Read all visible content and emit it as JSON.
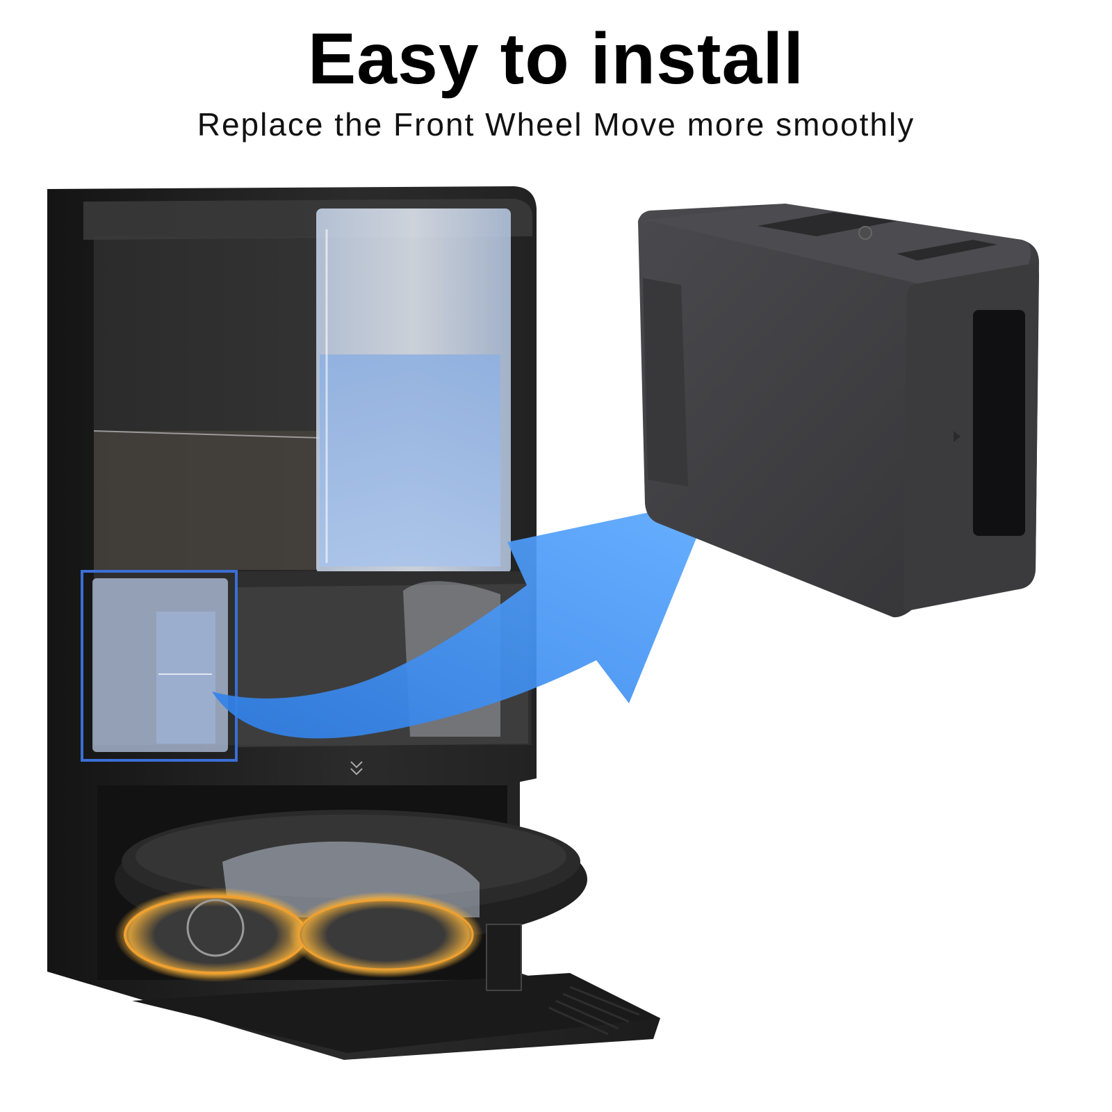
{
  "headline": {
    "title": "Easy to install",
    "subtitle": "Replace the Front Wheel Move more smoothly"
  },
  "illustration": {
    "station": "docking-station",
    "part": "dust-box",
    "robot": "robot-vacuum",
    "arrow": "curved-arrow",
    "colors": {
      "station_body": "#222222",
      "water_tank": "#a9c3e6",
      "part_body": "#3f3f42",
      "arrow": "#3d8eef",
      "highlight_frame": "#3b6fd6",
      "mop_glow": "#f0a030"
    }
  }
}
